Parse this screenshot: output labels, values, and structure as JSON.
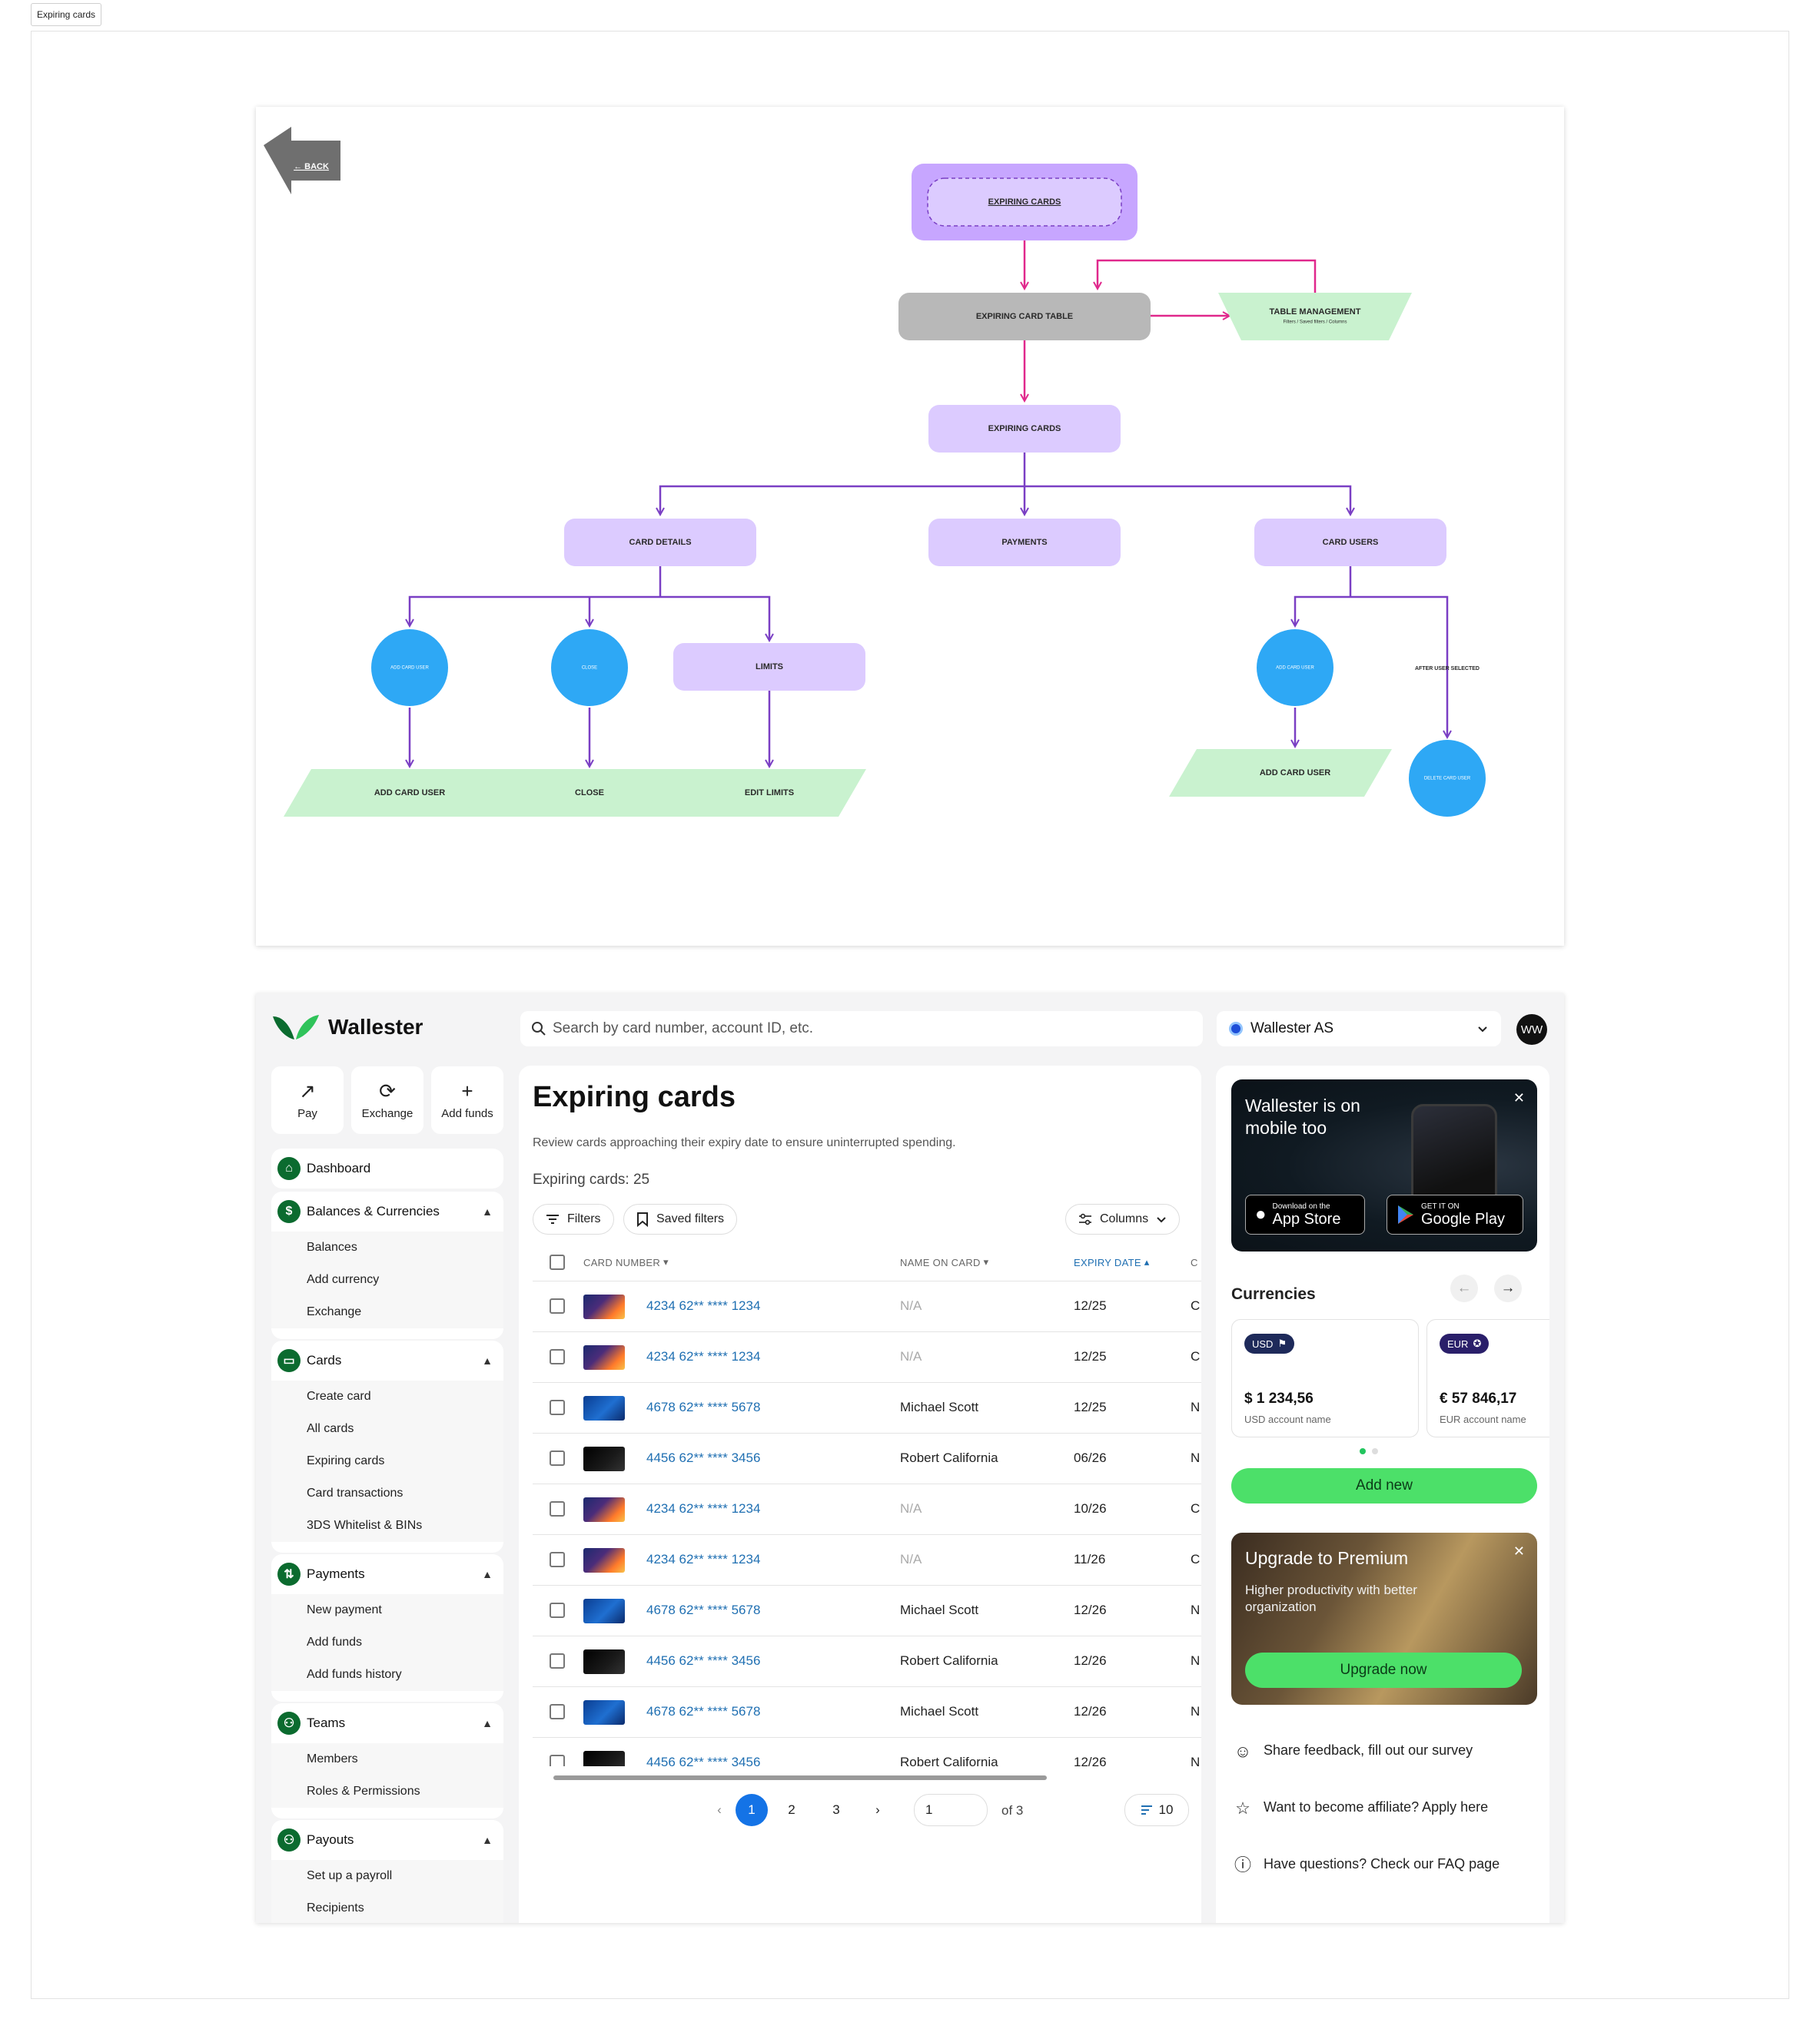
{
  "frame_label": "Expiring cards",
  "flow": {
    "back": "← BACK",
    "nodes": {
      "root": "EXPIRING CARDS",
      "table": "EXPIRING CARD TABLE",
      "table_mgmt": "TABLE MANAGEMENT",
      "table_mgmt_sub": "Filters / Saved filters / Columns",
      "expiring": "EXPIRING CARDS",
      "card_details": "CARD DETAILS",
      "payments": "PAYMENTS",
      "card_users": "CARD USERS",
      "c_add_user": "ADD CARD USER",
      "c_close": "CLOSE",
      "limits": "LIMITS",
      "c_add_user_r": "ADD CARD USER",
      "after_user": "AFTER USER SELECTED",
      "c_delete_user": "DELETE CARD USER",
      "p_add_user": "ADD CARD USER",
      "p_close": "CLOSE",
      "p_edit_limits": "EDIT LIMITS",
      "p_add_user_r": "ADD CARD USER"
    },
    "colors": {
      "lavender": "#dccbff",
      "root": "#c7a6ff",
      "gray": "#b8b8b8",
      "green": "#c9f2cf",
      "blue": "#2ea8f5",
      "pink": "#e0288c",
      "purple": "#7a3fc4"
    }
  },
  "topbar": {
    "brand": "Wallester",
    "search_placeholder": "Search by card number, account ID, etc.",
    "org": "Wallester AS",
    "avatar": "WW"
  },
  "quick_actions": [
    {
      "label": "Pay",
      "icon": "arrow-up-right-icon",
      "glyph": "↗"
    },
    {
      "label": "Exchange",
      "icon": "exchange-icon",
      "glyph": "⟳"
    },
    {
      "label": "Add funds",
      "icon": "plus-icon",
      "glyph": "+"
    }
  ],
  "nav": {
    "dashboard": "Dashboard",
    "balances": {
      "label": "Balances & Currencies",
      "items": [
        "Balances",
        "Add currency",
        "Exchange"
      ]
    },
    "cards": {
      "label": "Cards",
      "items": [
        "Create card",
        "All cards",
        "Expiring cards",
        "Card transactions",
        "3DS Whitelist & BINs"
      ]
    },
    "payments": {
      "label": "Payments",
      "items": [
        "New payment",
        "Add funds",
        "Add funds history"
      ]
    },
    "teams": {
      "label": "Teams",
      "items": [
        "Members",
        "Roles & Permissions"
      ]
    },
    "payouts": {
      "label": "Payouts",
      "items": [
        "Set up a payroll",
        "Recipients"
      ]
    }
  },
  "main": {
    "title": "Expiring cards",
    "description": "Review cards approaching their expiry date to ensure uninterrupted spending.",
    "count": "Expiring cards: 25",
    "filters": "Filters",
    "saved_filters": "Saved filters",
    "columns": "Columns",
    "headers": {
      "card_number": "CARD NUMBER",
      "name": "NAME ON CARD",
      "expiry": "EXPIRY DATE",
      "more": "C"
    },
    "rows": [
      {
        "card": "4234 62** **** 1234",
        "name": "N/A",
        "expiry": "12/25",
        "c": "C",
        "img": "orange"
      },
      {
        "card": "4234 62** **** 1234",
        "name": "N/A",
        "expiry": "12/25",
        "c": "C",
        "img": "orange"
      },
      {
        "card": "4678 62** **** 5678",
        "name": "Michael Scott",
        "expiry": "12/25",
        "c": "N",
        "img": "blue"
      },
      {
        "card": "4456 62** **** 3456",
        "name": "Robert California",
        "expiry": "06/26",
        "c": "N",
        "img": "black"
      },
      {
        "card": "4234 62** **** 1234",
        "name": "N/A",
        "expiry": "10/26",
        "c": "C",
        "img": "orange"
      },
      {
        "card": "4234 62** **** 1234",
        "name": "N/A",
        "expiry": "11/26",
        "c": "C",
        "img": "orange"
      },
      {
        "card": "4678 62** **** 5678",
        "name": "Michael Scott",
        "expiry": "12/26",
        "c": "N",
        "img": "blue"
      },
      {
        "card": "4456 62** **** 3456",
        "name": "Robert California",
        "expiry": "12/26",
        "c": "N",
        "img": "black"
      },
      {
        "card": "4678 62** **** 5678",
        "name": "Michael Scott",
        "expiry": "12/26",
        "c": "N",
        "img": "blue"
      },
      {
        "card": "4456 62** **** 3456",
        "name": "Robert California",
        "expiry": "12/26",
        "c": "N",
        "img": "black"
      }
    ],
    "pagination": {
      "pages": [
        "1",
        "2",
        "3"
      ],
      "current": "1",
      "input": "1",
      "of": "of 3",
      "per_page": "10"
    }
  },
  "right": {
    "mobile": {
      "title": "Wallester is on mobile too",
      "appstore_small": "Download on the",
      "appstore_big": "App Store",
      "gplay_small": "GET IT ON",
      "gplay_big": "Google Play"
    },
    "currencies_title": "Currencies",
    "currencies": [
      {
        "code": "USD",
        "amount": "$ 1 234,56",
        "name": "USD account name"
      },
      {
        "code": "EUR",
        "amount": "€ 57 846,17",
        "name": "EUR account name"
      }
    ],
    "add_new": "Add new",
    "premium": {
      "title": "Upgrade to Premium",
      "subtitle": "Higher productivity with better organization",
      "cta": "Upgrade now"
    },
    "links": [
      {
        "text": "Share feedback, fill out our survey",
        "icon": "feedback-icon"
      },
      {
        "text": "Want to become affiliate? Apply here",
        "icon": "star-icon"
      },
      {
        "text": "Have questions? Check our FAQ page",
        "icon": "question-icon"
      }
    ],
    "accent": "#4ce069"
  }
}
